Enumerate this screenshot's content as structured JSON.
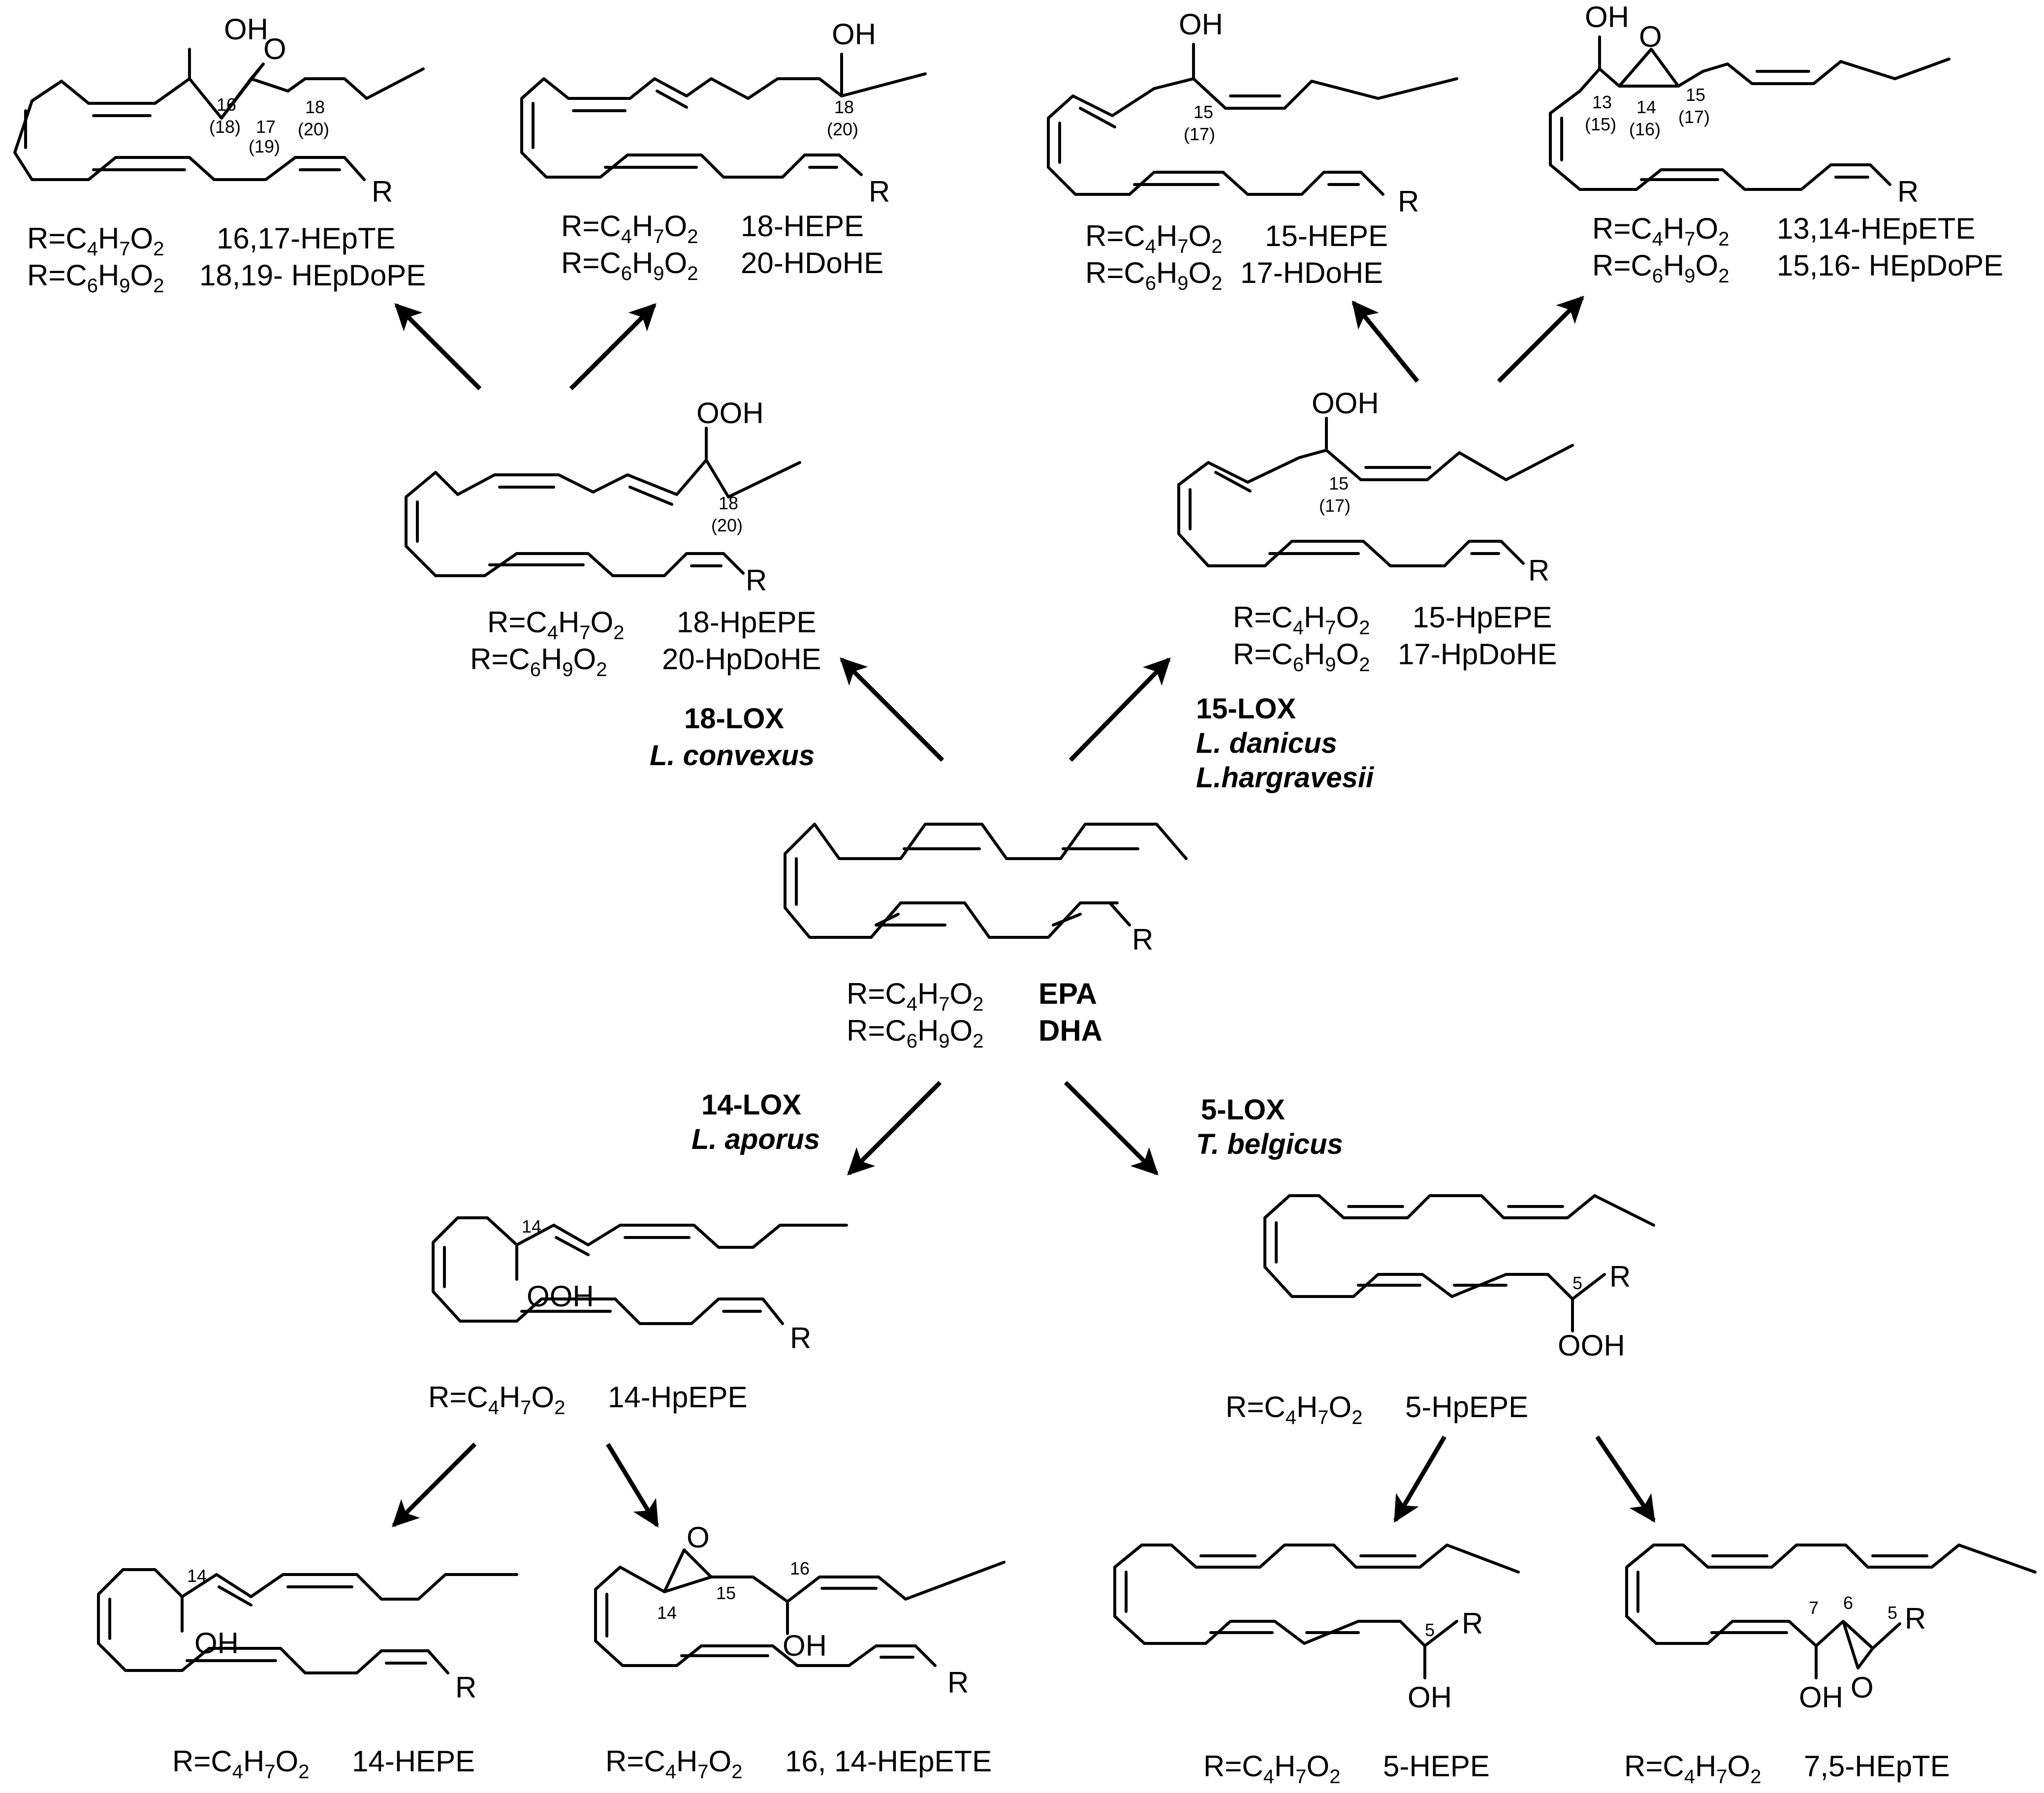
{
  "r_labels": {
    "epa": "R=C4H7O2",
    "dha": "R=C6H9O2"
  },
  "sym": {
    "R": "R",
    "OH": "OH",
    "OOH": "OOH",
    "O": "O"
  },
  "compounds": {
    "parent": {
      "epa": "EPA",
      "dha": "DHA"
    },
    "hydroperox_18": {
      "epa": "18-HpEPE",
      "dha": "20-HpDoHE"
    },
    "hydroperox_15": {
      "epa": "15-HpEPE",
      "dha": "17-HpDoHE"
    },
    "hydroperox_14": {
      "epa": "14-HpEPE"
    },
    "hydroperox_5": {
      "epa": "5-HpEPE"
    },
    "epoxy_16_17": {
      "epa": "16,17-HEpTE",
      "dha": "18,19- HEpDoPE"
    },
    "hydroxy_18": {
      "epa": "18-HEPE",
      "dha": "20-HDoHE"
    },
    "hydroxy_15": {
      "epa": "15-HEPE",
      "dha": "17-HDoHE"
    },
    "epoxy_13_14": {
      "epa": "13,14-HEpETE",
      "dha": "15,16- HEpDoPE"
    },
    "hydroxy_14": {
      "epa": "14-HEPE"
    },
    "epoxy_16_14": {
      "epa": "16, 14-HEpETE"
    },
    "hydroxy_5": {
      "epa": "5-HEPE"
    },
    "epoxy_7_5": {
      "epa": "7,5-HEpTE"
    }
  },
  "enzymes": {
    "lox18": {
      "name": "18-LOX",
      "organisms": [
        "L. convexus"
      ]
    },
    "lox15": {
      "name": "15-LOX",
      "organisms": [
        "L. danicus",
        "L.hargravesii"
      ]
    },
    "lox14": {
      "name": "14-LOX",
      "organisms": [
        "L. aporus"
      ]
    },
    "lox5": {
      "name": "5-LOX",
      "organisms": [
        "T. belgicus"
      ]
    }
  },
  "locants": {
    "c16_18": {
      "main": "16",
      "alt": "(18)"
    },
    "c17_19": {
      "main": "17",
      "alt": "(19)"
    },
    "c18_20": {
      "main": "18",
      "alt": "(20)"
    },
    "c15_17": {
      "main": "15",
      "alt": "(17)"
    },
    "c13_15": {
      "main": "13",
      "alt": "(15)"
    },
    "c14_16": {
      "main": "14",
      "alt": "(16)"
    },
    "c14": "14",
    "c15": "15",
    "c16": "16",
    "c5": "5",
    "c6": "6",
    "c7": "7"
  }
}
